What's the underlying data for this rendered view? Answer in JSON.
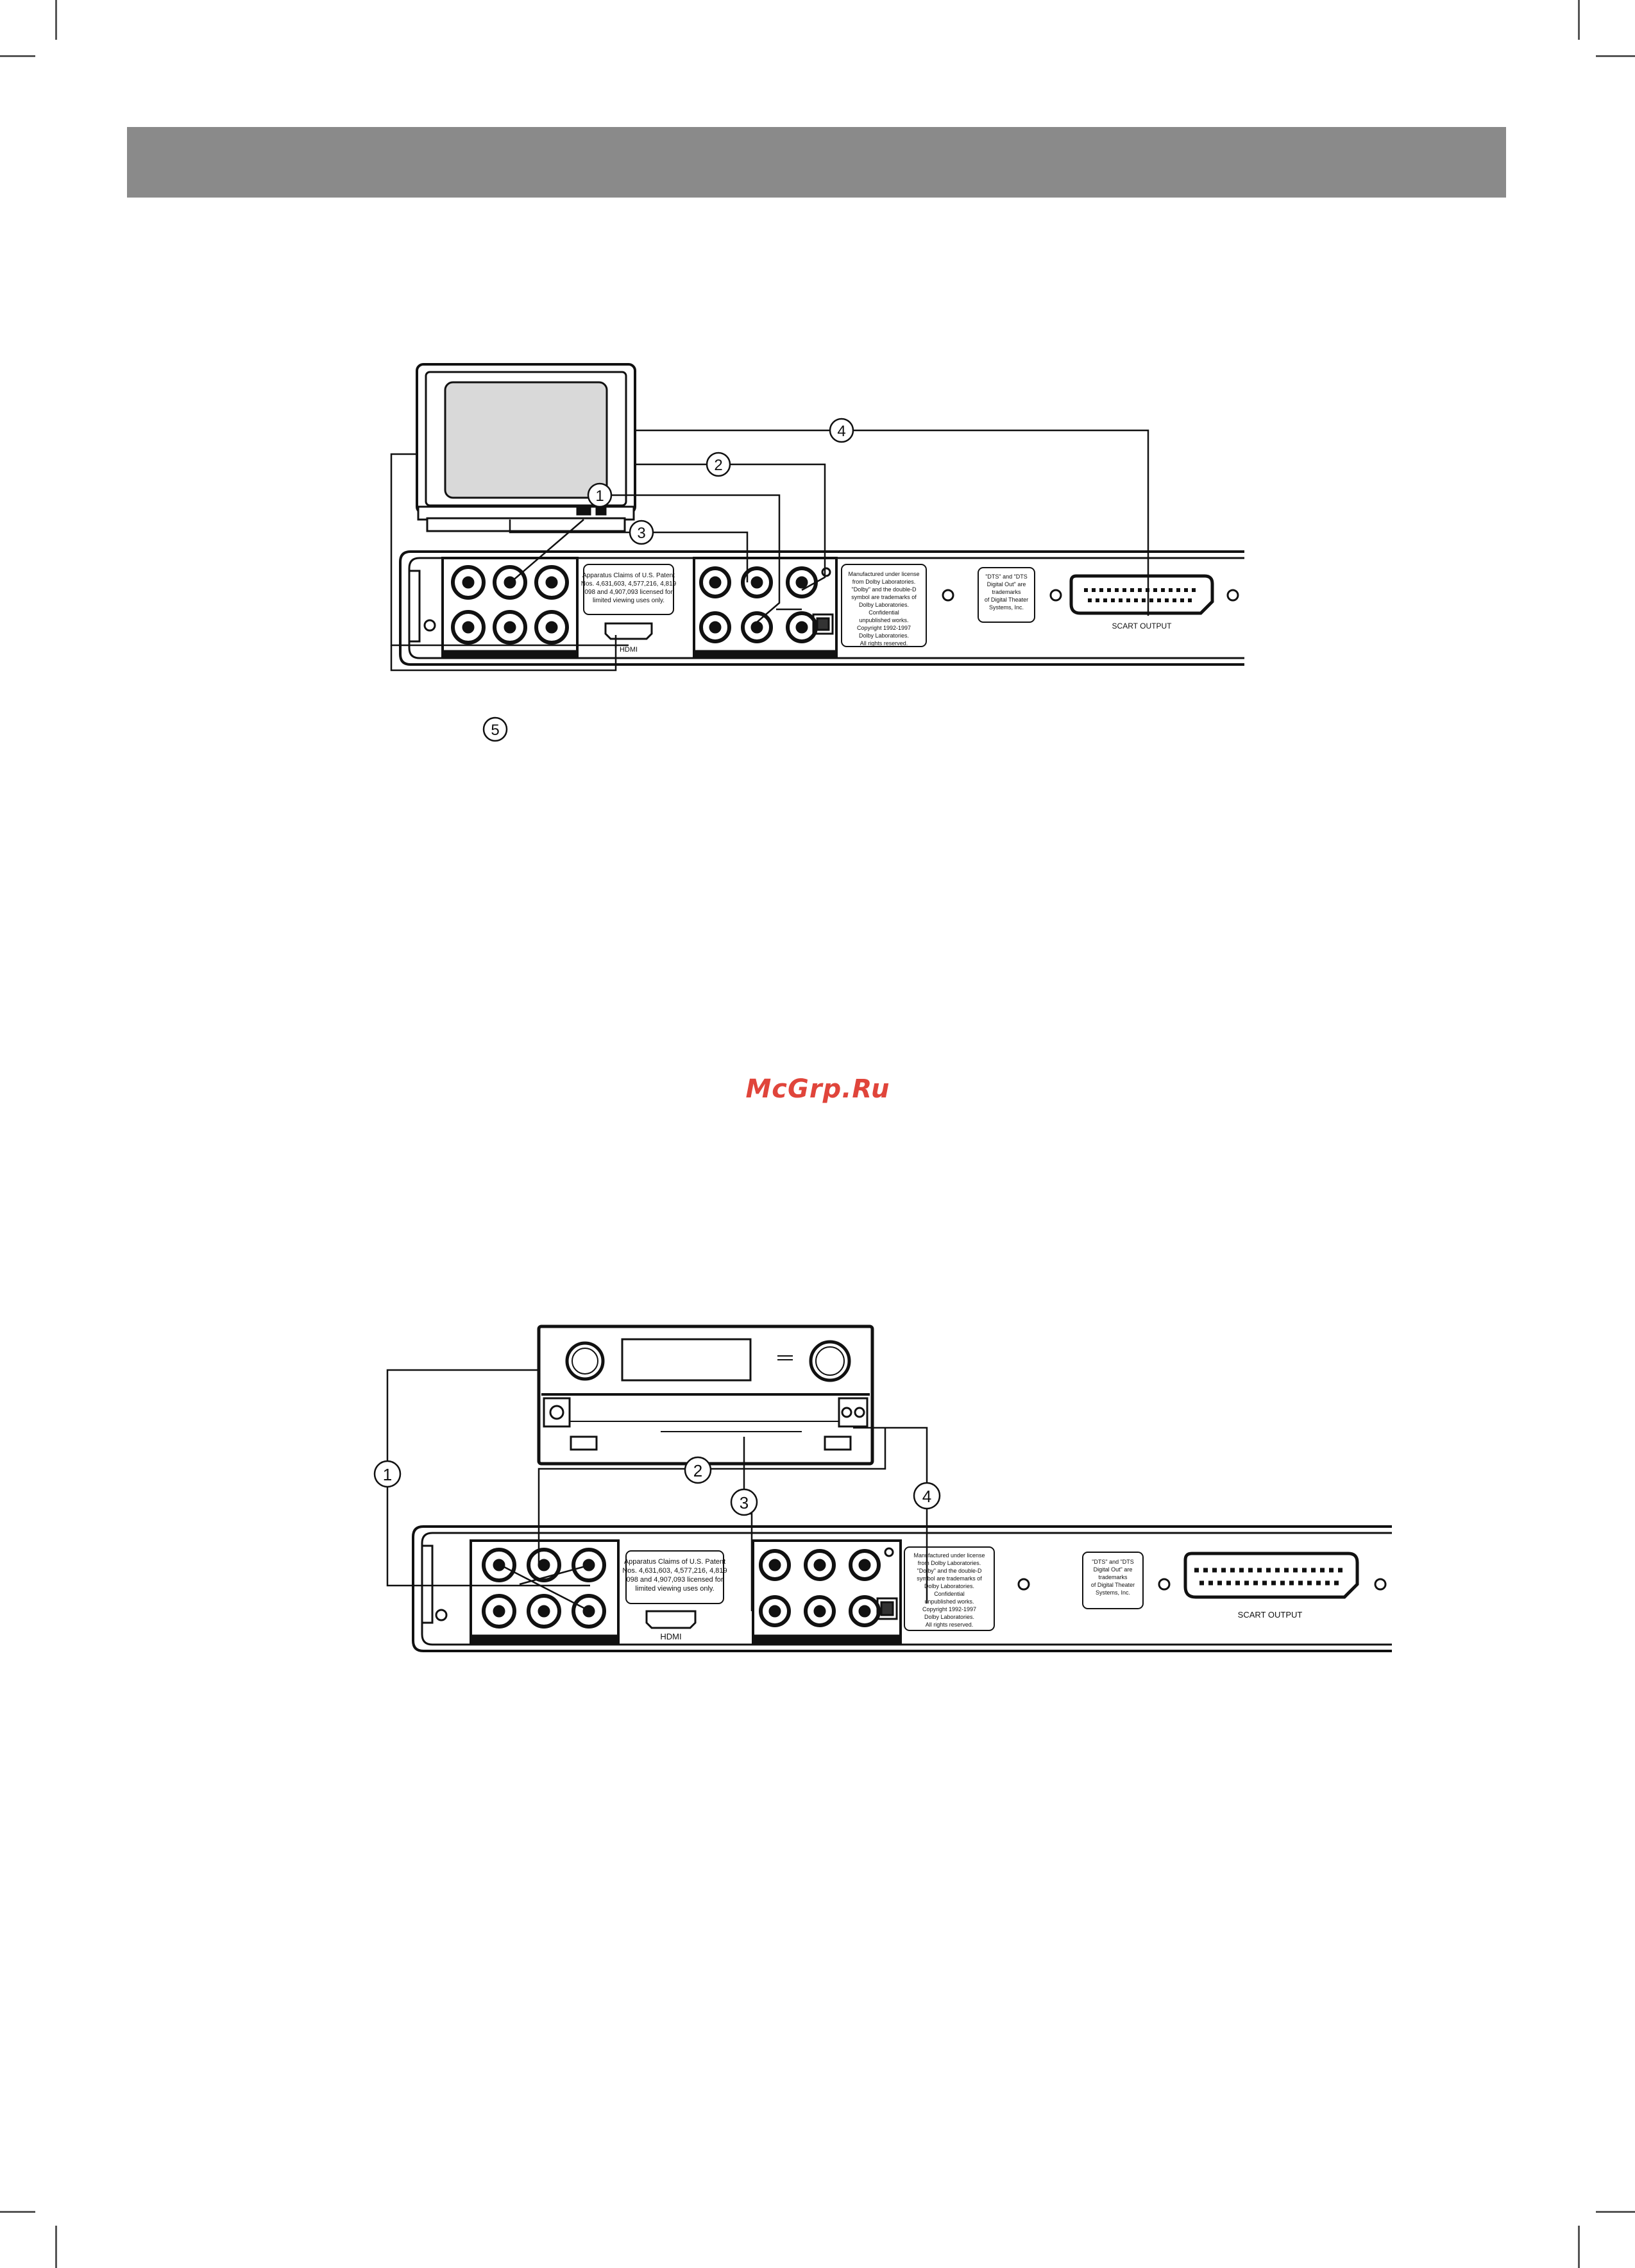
{
  "watermark": "McGrp.Ru",
  "diagram_tv": {
    "callouts": [
      "1",
      "2",
      "3",
      "4",
      "5"
    ],
    "panel": {
      "hdmi_label": "HDMI",
      "scart_label": "SCART OUTPUT",
      "patent_text": [
        "Apparatus Claims of U.S. Patent",
        "Nos. 4,631,603, 4,577,216, 4,819",
        "098 and 4,907,093 licensed for",
        "limited viewing uses only."
      ],
      "dolby_text": [
        "Manufactured under license",
        "from Dolby Laboratories.",
        "\"Dolby\" and the double-D",
        "symbol are trademarks of",
        "Dolby Laboratories.",
        "Confidential",
        "unpublished works.",
        "Copyright 1992-1997",
        "Dolby Laboratories.",
        "All rights reserved."
      ],
      "dts_text": [
        "\"DTS\" and \"DTS",
        "Digital Out\" are",
        "trademarks",
        "of Digital Theater",
        "Systems, Inc."
      ]
    }
  },
  "diagram_amp": {
    "callouts": [
      "1",
      "2",
      "3",
      "4"
    ],
    "panel": {
      "hdmi_label": "HDMI",
      "scart_label": "SCART OUTPUT",
      "patent_text": [
        "Apparatus Claims of U.S. Patent",
        "Nos. 4,631,603, 4,577,216, 4,819",
        "098 and 4,907,093 licensed for",
        "limited viewing uses only."
      ],
      "dolby_text": [
        "Manufactured under license",
        "from Dolby Laboratories.",
        "\"Dolby\" and the double-D",
        "symbol are trademarks of",
        "Dolby Laboratories.",
        "Confidential",
        "unpublished works.",
        "Copyright 1992-1997",
        "Dolby Laboratories.",
        "All rights reserved."
      ],
      "dts_text": [
        "\"DTS\" and \"DTS",
        "Digital Out\" are",
        "trademarks",
        "of Digital Theater",
        "Systems, Inc."
      ]
    }
  }
}
